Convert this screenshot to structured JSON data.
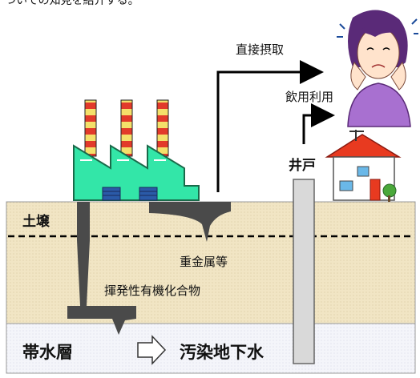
{
  "top_caption": "ついての知見を紹介する。",
  "labels": {
    "direct_intake": "直接摂取",
    "drinking_use": "飲用利用",
    "well": "井戸",
    "soil": "土壌",
    "heavy_metals": "重金属等",
    "vocs": "揮発性有機化合物",
    "aquifer": "帯水層",
    "contaminated_groundwater": "汚染地下水"
  },
  "colors": {
    "factory_body": "#33e6a8",
    "chimney_red": "#e23a2a",
    "chimney_yellow": "#f4e06a",
    "soil": "#efe4c4",
    "aquifer": "#f3f4f9",
    "pollutant": "#4a4a4a",
    "person_shirt": "#a870d0",
    "person_hair": "#5a2a78",
    "house_roof": "#e83a20"
  },
  "icons": [
    "factory-icon",
    "house-icon",
    "worried-person-icon",
    "right-arrow-icon"
  ]
}
